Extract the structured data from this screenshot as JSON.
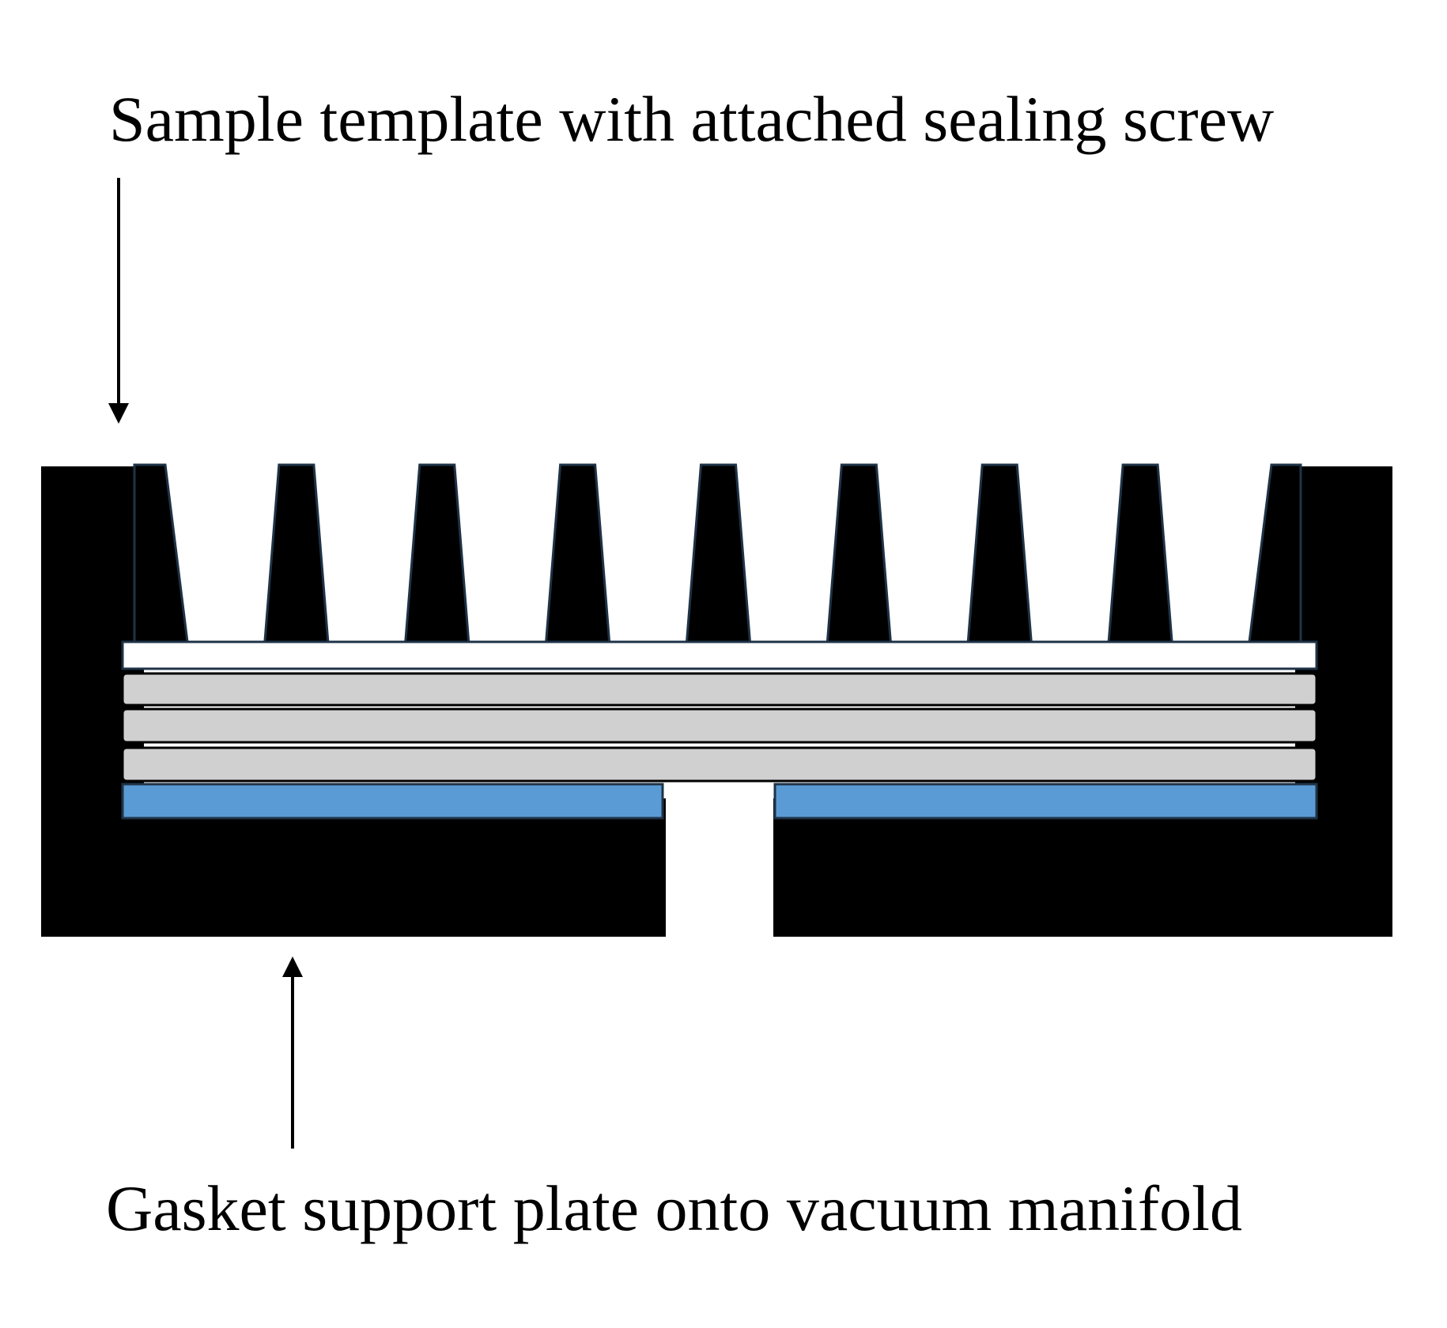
{
  "labels": {
    "top": "Sample template with attached sealing screw",
    "bottom": "Gasket support plate onto vacuum manifold"
  },
  "colors": {
    "template_body": "#000000",
    "sample_plate": "#ffffff",
    "filter_layers": "#d0d0d0",
    "gasket": "#5b9bd5",
    "layer_outline": "#1f3347",
    "arrow": "#000000"
  },
  "wells": {
    "count": 9
  },
  "filter_layers": {
    "count": 3
  },
  "icons": {
    "top_arrow": "arrow-down-icon",
    "bottom_arrow": "arrow-up-icon"
  }
}
